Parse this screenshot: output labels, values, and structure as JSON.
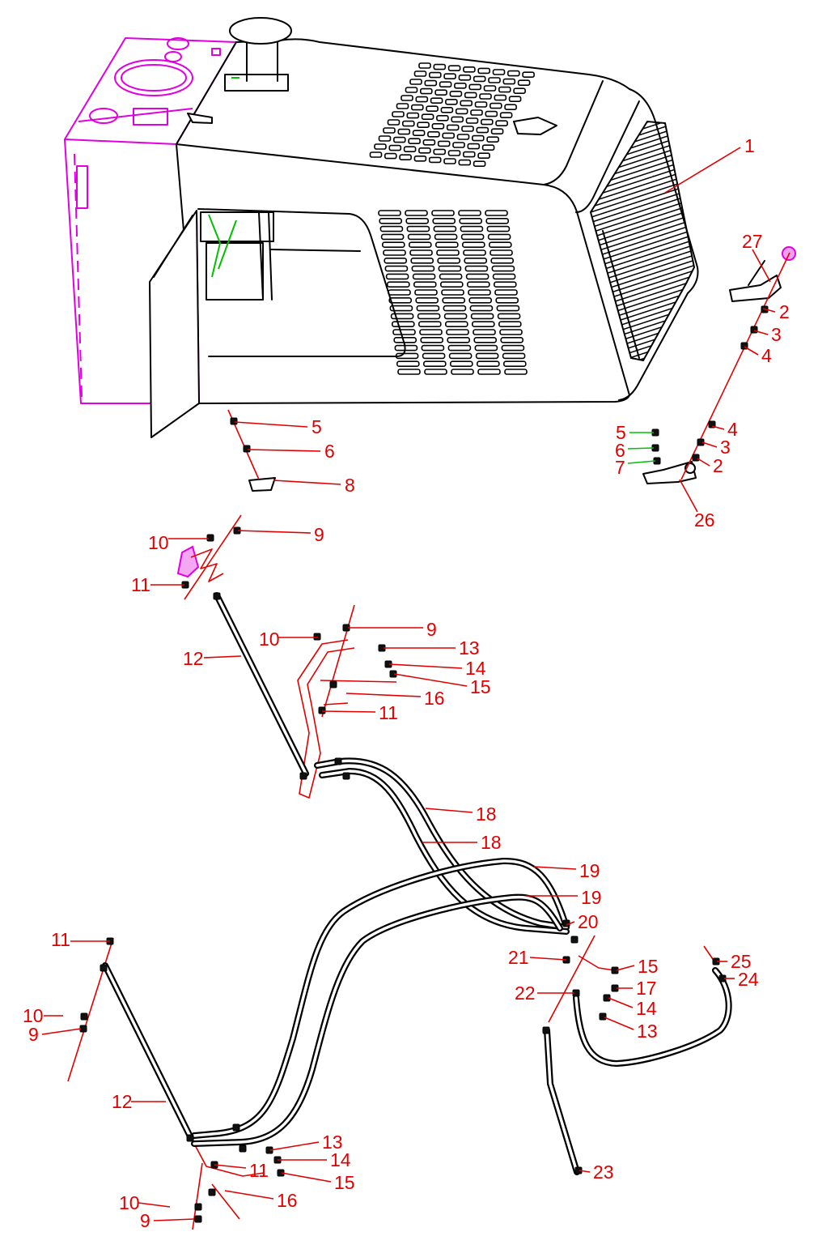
{
  "colors": {
    "callouts": "#e00000",
    "outline": "#000000",
    "tank": "#e000e0",
    "green_leaders": "#00c000"
  },
  "callouts": [
    "1",
    "27",
    "2",
    "3",
    "4",
    "5",
    "6",
    "8",
    "4",
    "3",
    "2",
    "5",
    "6",
    "7",
    "26",
    "9",
    "10",
    "11",
    "12",
    "10",
    "9",
    "13",
    "14",
    "15",
    "16",
    "11",
    "18",
    "18",
    "19",
    "19",
    "20",
    "21",
    "15",
    "17",
    "14",
    "13",
    "22",
    "25",
    "24",
    "11",
    "10",
    "9",
    "12",
    "13",
    "14",
    "11",
    "15",
    "16",
    "10",
    "9",
    "23"
  ]
}
